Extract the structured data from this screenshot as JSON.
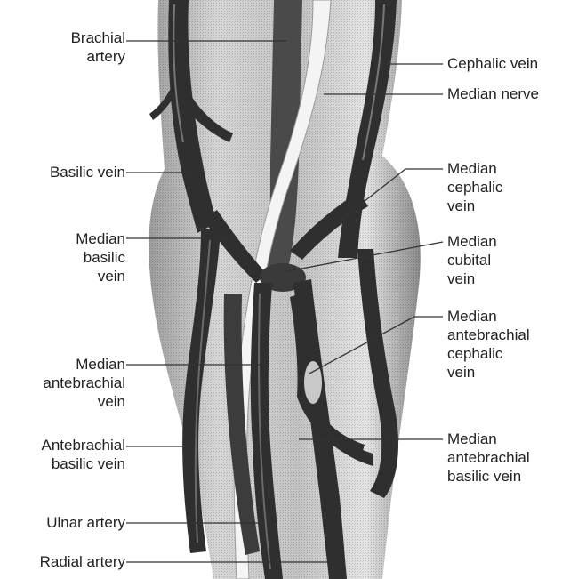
{
  "labels": {
    "left": {
      "brachial_artery": [
        "Brachial",
        "artery"
      ],
      "basilic_vein": [
        "Basilic vein"
      ],
      "median_basilic_vein": [
        "Median",
        "basilic",
        "vein"
      ],
      "median_antebrachial_vein": [
        "Median",
        "antebrachial",
        "vein"
      ],
      "antebrachial_basilic_vein": [
        "Antebrachial",
        "basilic vein"
      ],
      "ulnar_artery": [
        "Ulnar artery"
      ],
      "radial_artery": [
        "Radial artery"
      ]
    },
    "right": {
      "cephalic_vein": [
        "Cephalic vein"
      ],
      "median_nerve": [
        "Median nerve"
      ],
      "median_cephalic_vein": [
        "Median",
        "cephalic",
        "vein"
      ],
      "median_cubital_vein": [
        "Median",
        "cubital",
        "vein"
      ],
      "median_antebrachial_cephalic_vein": [
        "Median",
        "antebrachial",
        "cephalic",
        "vein"
      ],
      "median_antebrachial_basilic_vein": [
        "Median",
        "antebrachial",
        "basilic vein"
      ]
    }
  },
  "colors": {
    "vessel": "#2f2f2f",
    "vessel_highlight": "#6f6f6f",
    "limb_shadow": "#9a9a9a",
    "limb_light": "#d9d9d9",
    "nerve": "#f2f2f2",
    "leader": "#333333"
  }
}
